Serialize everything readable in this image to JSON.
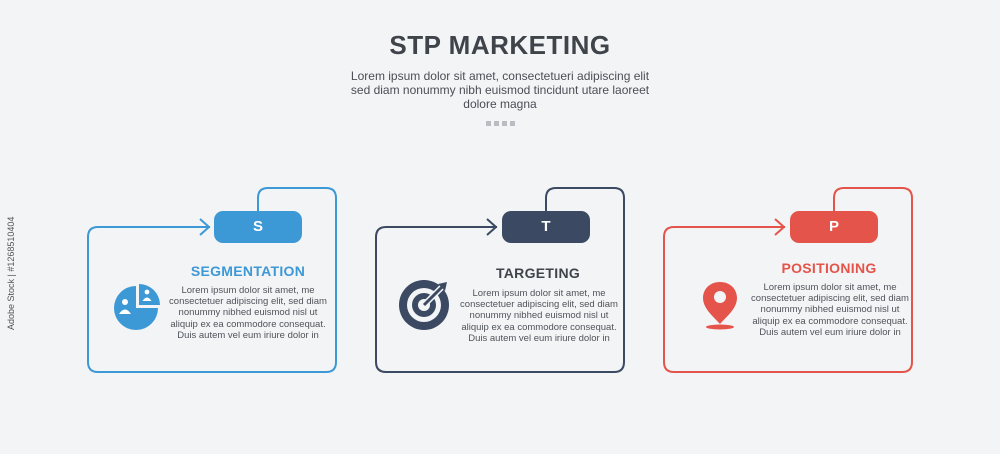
{
  "header": {
    "title": "STP MARKETING",
    "subtitle": "Lorem ipsum dolor sit amet, consectetueri adipiscing elit sed diam nonummy nibh euismod tincidunt utare laoreet dolore magna"
  },
  "cards": [
    {
      "letter": "S",
      "label": "SEGMENTATION",
      "body": "Lorem ipsum dolor sit amet, me consectetuer adipiscing elit, sed diam nonummy nibhed euismod  nisl ut aliquip ex ea commodore  consequat. Duis autem vel eum iriure dolor in",
      "color": "#3d98d6",
      "icon": "pie-chart-people-icon"
    },
    {
      "letter": "T",
      "label": "TARGETING",
      "body": "Lorem ipsum dolor sit amet, me consectetuer adipiscing elit, sed diam nonummy nibhed euismod  nisl ut aliquip ex ea commodore  consequat. Duis autem vel eum iriure dolor in",
      "color": "#3b4a62",
      "icon": "target-arrow-icon"
    },
    {
      "letter": "P",
      "label": "POSITIONING",
      "body": "Lorem ipsum dolor sit amet, me consectetuer adipiscing elit, sed diam nonummy nibhed euismod  nisl ut aliquip ex ea commodore  consequat. Duis autem vel eum iriure dolor in",
      "color": "#e5544a",
      "icon": "location-pin-icon"
    }
  ],
  "side_text": "Adobe Stock | #1268510404"
}
